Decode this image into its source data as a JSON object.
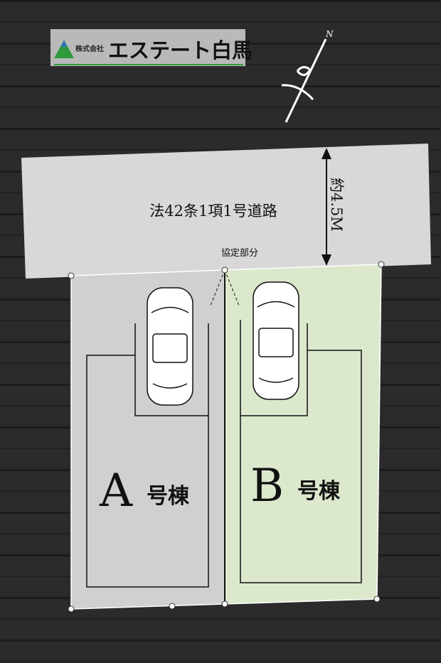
{
  "logo": {
    "company_type": "株式会社",
    "company_name": "エステート白馬"
  },
  "compass": {
    "north_label": "N"
  },
  "road": {
    "label": "法42条1項1号道路",
    "width_label": "約4.5M"
  },
  "agreement_area_label": "協定部分",
  "lots": [
    {
      "letter": "A",
      "suffix": "号棟",
      "fill": "#d0d0d0"
    },
    {
      "letter": "B",
      "suffix": "号棟",
      "fill": "#dbe8cc"
    }
  ],
  "colors": {
    "background": "#2a2a2a",
    "road": "#d8d8d8",
    "lot_a": "#d0d0d0",
    "lot_b": "#dbe8cc",
    "logo_green": "#2e9a3e"
  }
}
